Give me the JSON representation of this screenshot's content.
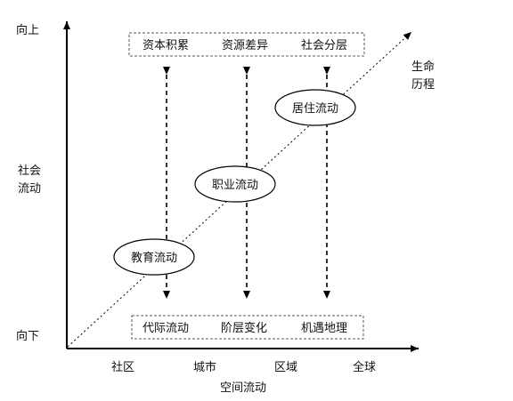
{
  "axes": {
    "y_top": "向上",
    "y_middle_line1": "社会",
    "y_middle_line2": "流动",
    "y_bottom": "向下",
    "x_ticks": [
      "社区",
      "城市",
      "区域",
      "全球"
    ],
    "x_title": "空间流动",
    "diagonal_line1": "生命",
    "diagonal_line2": "历程"
  },
  "top_box": {
    "items": [
      "资本积累",
      "资源差异",
      "社会分层"
    ]
  },
  "bottom_box": {
    "items": [
      "代际流动",
      "阶层变化",
      "机遇地理"
    ]
  },
  "ellipses": [
    "教育流动",
    "职业流动",
    "居住流动"
  ]
}
